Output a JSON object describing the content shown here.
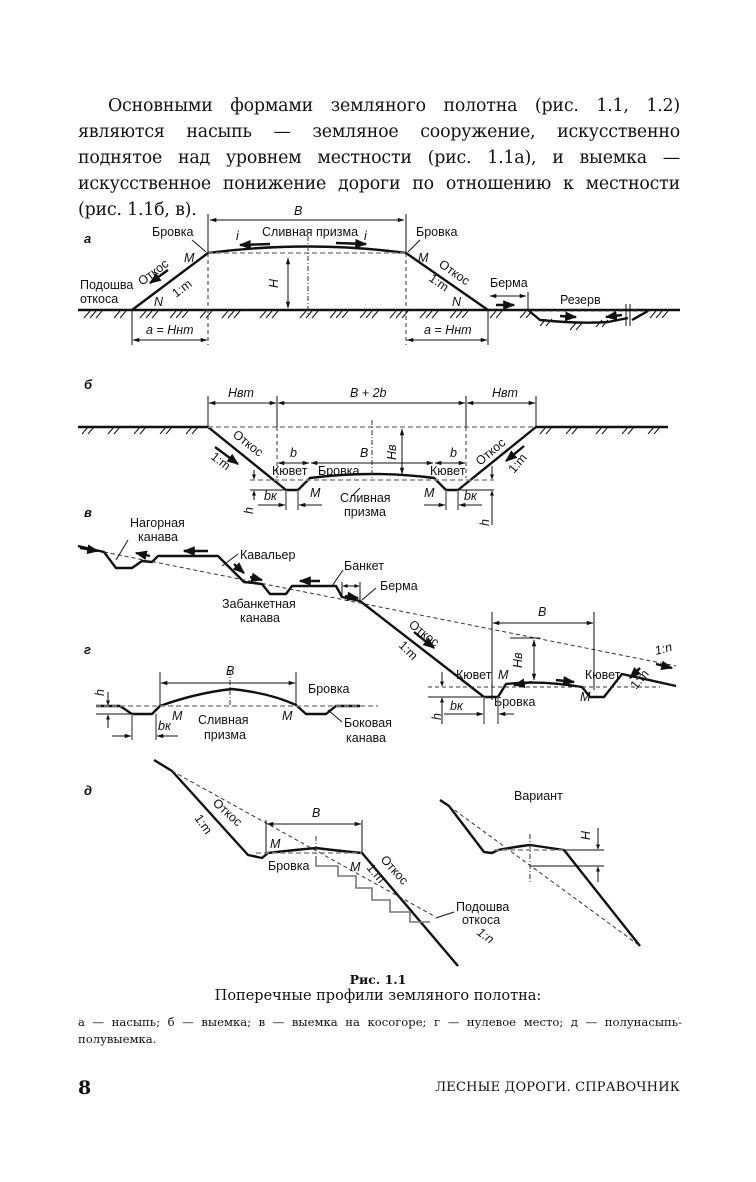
{
  "body_paragraph": "Основными формами земляного полотна (рис. 1.1, 1.2) являются насыпь — земляное сооружение, искусственно поднятое над уровнем местности (рис. 1.1а), и выемка — искусственное понижение дороги по отношению к местности (рис. 1.1б, в).",
  "figure": {
    "sections": {
      "a": {
        "letter": "а",
        "labels": {
          "width": "B",
          "crest_left": "Бровка",
          "crest_right": "Бровка",
          "drain_prism": "Сливная призма",
          "slope_i_left": "i",
          "slope_i_right": "i",
          "point_m_left": "M",
          "point_m_right": "M",
          "point_n_left": "N",
          "point_n_right": "N",
          "slope_left": "Откос",
          "slope_right": "Откос",
          "ratio_left": "1:m",
          "ratio_right": "1:m",
          "toe_line1": "Подошва",
          "toe_line2": "откоса",
          "height": "H",
          "dim_left": "a = Hнm",
          "dim_right": "a = Hнm",
          "berm": "Берма",
          "reserve": "Резерв"
        }
      },
      "b": {
        "letter": "б",
        "labels": {
          "left_dim": "Hвm",
          "center_dim": "B + 2b",
          "right_dim": "Hвm",
          "slope_left": "Откос",
          "slope_right": "Откос",
          "ratio_left": "1:m",
          "ratio_right": "1:m",
          "b_left": "b",
          "b_right": "b",
          "width": "B",
          "height": "Hв",
          "ditch_left": "Кювет",
          "ditch_right": "Кювет",
          "crest": "Бровка",
          "point_m_left": "M",
          "point_m_right": "M",
          "drain_prism_line1": "Сливная",
          "drain_prism_line2": "призма",
          "ditch_width_left": "bк",
          "ditch_width_right": "bк",
          "h_left": "h",
          "h_right": "h"
        }
      },
      "v": {
        "letter": "в",
        "labels": {
          "upland_ditch_line1": "Нагорная",
          "upland_ditch_line2": "канава",
          "cavalier": "Кавальер",
          "banquette": "Банкет",
          "berm": "Берма",
          "behind_banquette_line1": "Забанкетная",
          "behind_banquette_line2": "канава",
          "slope": "Откос",
          "ratio": "1:m",
          "width": "B",
          "height": "Hв",
          "ditch_left": "Кювет",
          "ditch_right": "Кювет",
          "point_m_left": "M",
          "point_m_right": "M",
          "crest": "Бровка",
          "ditch_width": "bк",
          "h": "h",
          "ratio_right": "1:m",
          "ratio_n": "1:n"
        }
      },
      "g": {
        "letter": "г",
        "labels": {
          "width": "B",
          "h": "h",
          "crest": "Бровка",
          "point_m_left": "M",
          "point_m_right": "M",
          "drain_prism_line1": "Сливная",
          "drain_prism_line2": "призма",
          "ditch_width": "bк",
          "side_ditch_line1": "Боковая",
          "side_ditch_line2": "канава"
        }
      },
      "d": {
        "letter": "д",
        "labels": {
          "slope_left": "Откос",
          "ratio_left": "1:m",
          "width": "B",
          "point_m_left": "M",
          "point_m_right": "M",
          "crest": "Бровка",
          "ratio_mid": "1:m",
          "slope_right": "Откос",
          "toe_line1": "Подошва",
          "toe_line2": "откоса",
          "ratio_n": "1:n",
          "variant": "Вариант",
          "variant_h": "H"
        }
      }
    },
    "caption": {
      "title": "Рис. 1.1",
      "subtitle": "Поперечные профили земляного полотна:",
      "legend": "а — насыпь; б — выемка; в — выемка на косогоре; г — нулевое место; д — полунасыпь-полувыемка."
    }
  },
  "footer": {
    "page_number": "8",
    "running_head": "ЛЕСНЫЕ ДОРОГИ. СПРАВОЧНИК"
  }
}
